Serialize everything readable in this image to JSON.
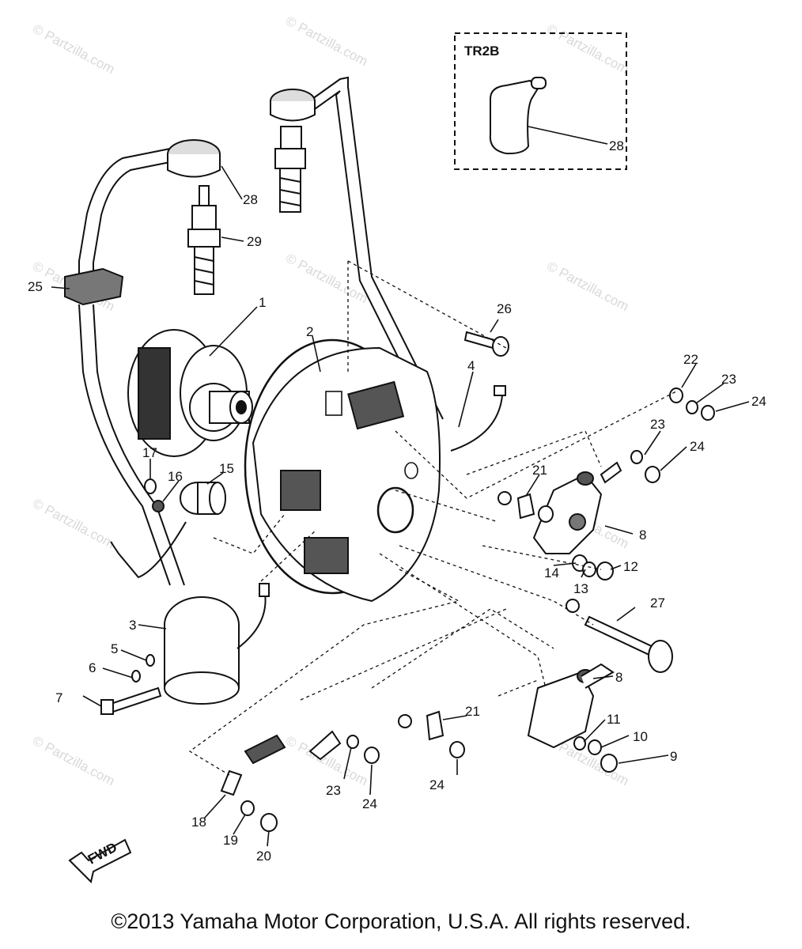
{
  "watermark": "© Partzilla.com",
  "inset_label": "TR2B",
  "fwd_label": "FWD",
  "copyright": "©2013 Yamaha Motor Corporation, U.S.A. All rights reserved.",
  "callouts": {
    "c1": "1",
    "c2": "2",
    "c3": "3",
    "c4": "4",
    "c5": "5",
    "c6": "6",
    "c7": "7",
    "c8a": "8",
    "c8b": "8",
    "c9": "9",
    "c10": "10",
    "c11": "11",
    "c12": "12",
    "c13": "13",
    "c14": "14",
    "c15": "15",
    "c16": "16",
    "c17": "17",
    "c18": "18",
    "c19": "19",
    "c20": "20",
    "c21a": "21",
    "c21b": "21",
    "c22": "22",
    "c23a": "23",
    "c23b": "23",
    "c23c": "23",
    "c24a": "24",
    "c24b": "24",
    "c24c": "24",
    "c24d": "24",
    "c25": "25",
    "c26": "26",
    "c27": "27",
    "c28a": "28",
    "c28b": "28",
    "c29": "29"
  }
}
